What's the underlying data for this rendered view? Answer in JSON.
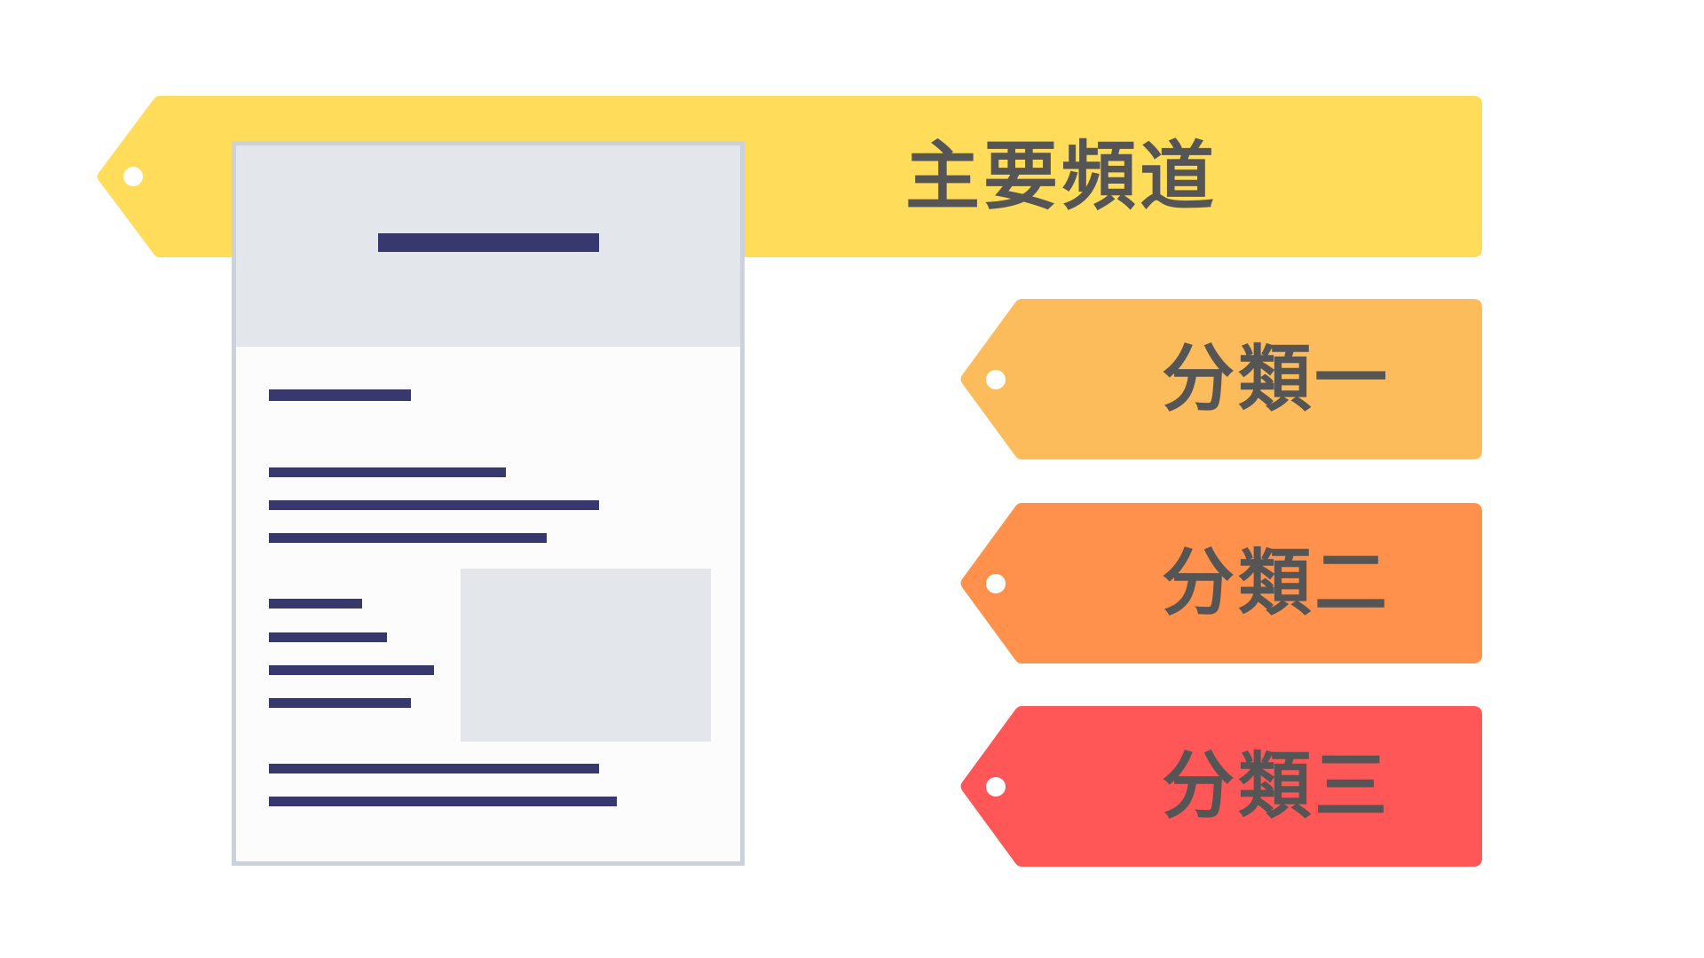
{
  "main_channel": {
    "label": "主要頻道",
    "color": "#FFDC5A"
  },
  "categories": [
    {
      "label": "分類一",
      "color": "#FDBC5B"
    },
    {
      "label": "分類二",
      "color": "#FF914D"
    },
    {
      "label": "分類三",
      "color": "#FF5757"
    }
  ],
  "text_color": "#555555",
  "document_icon": {
    "name": "document-page-icon",
    "line_color": "#37386E"
  }
}
